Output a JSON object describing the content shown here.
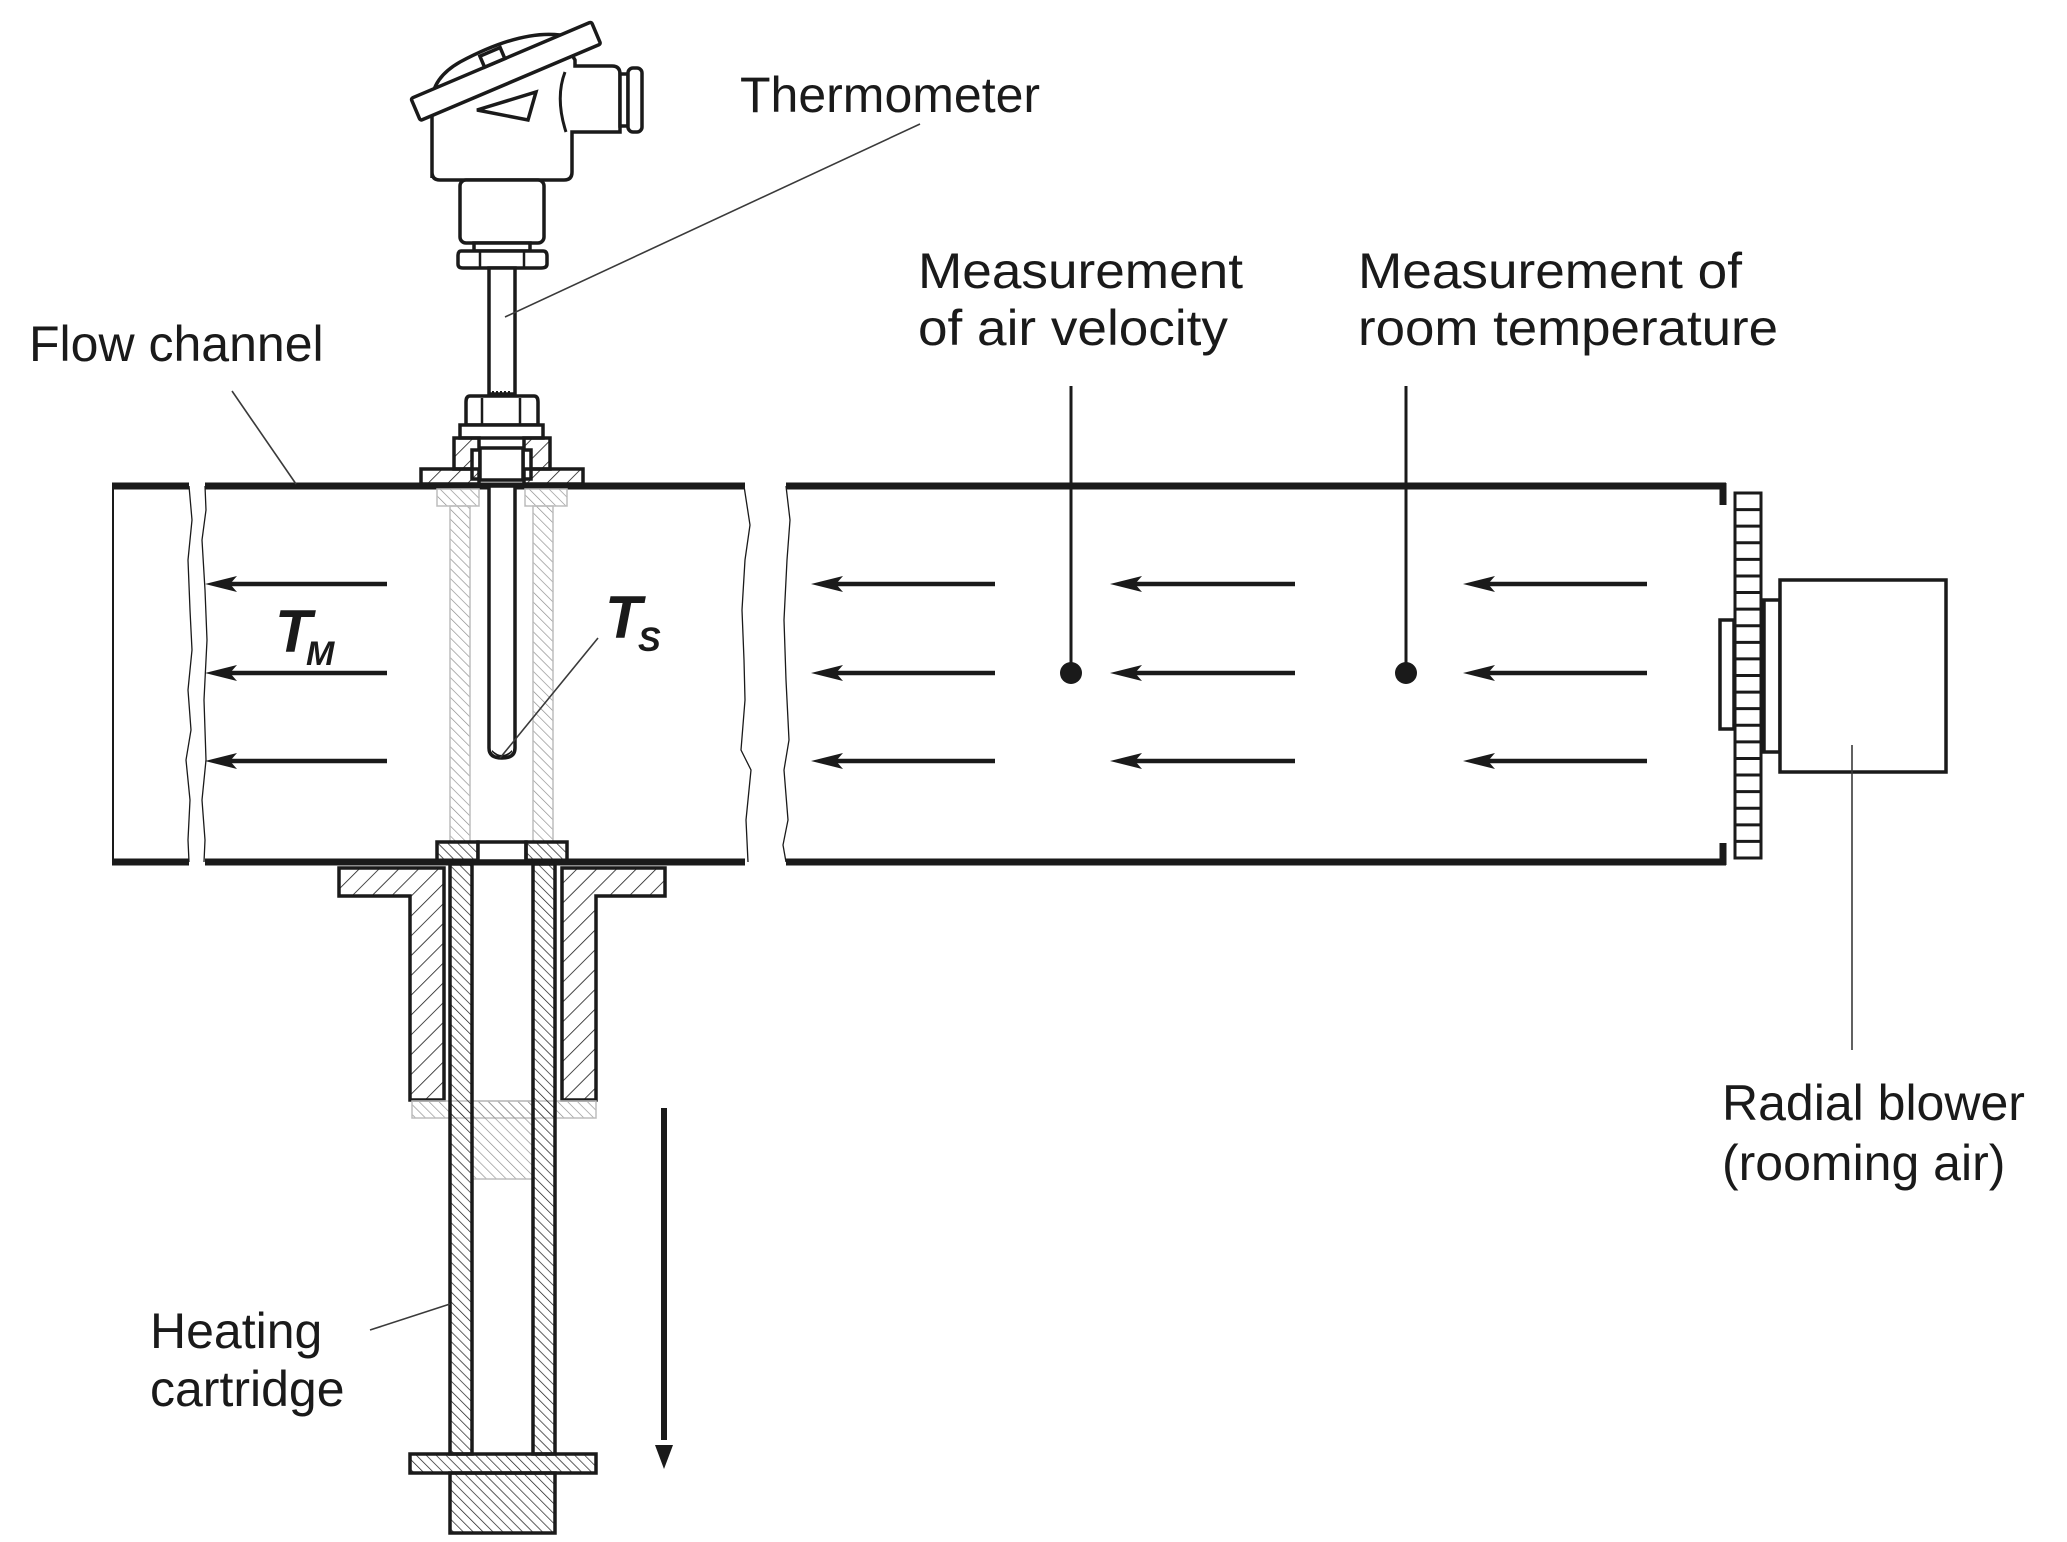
{
  "figure": {
    "labels": {
      "thermometer": "Thermometer",
      "flow_channel": "Flow channel",
      "air_velocity_line1": "Measurement",
      "air_velocity_line2": "of air velocity",
      "room_temp_line1": "Measurement of",
      "room_temp_line2": "room temperature",
      "blower_line1": "Radial blower",
      "blower_line2": "(rooming air)",
      "heating_line1": "Heating",
      "heating_line2": "cartridge"
    },
    "symbols": {
      "tm_base": "T",
      "tm_sub": "M",
      "ts_base": "T",
      "ts_sub": "S"
    },
    "flow_direction": "right-to-left",
    "insertion_direction": "down",
    "colors": {
      "ink": "#1a1a1a",
      "leader": "#3a3a3a",
      "background": "#ffffff"
    }
  }
}
